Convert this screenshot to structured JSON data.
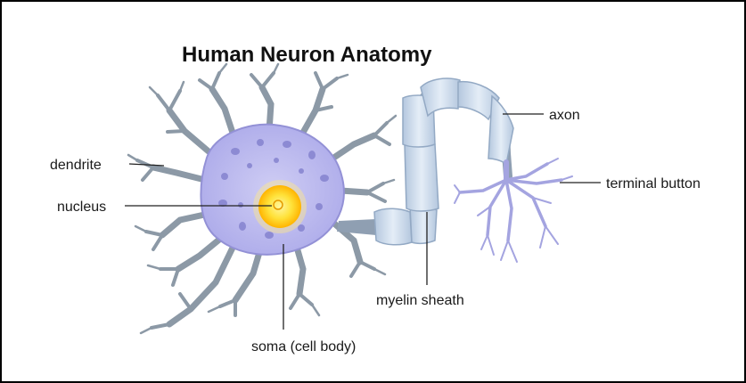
{
  "title": "Human Neuron Anatomy",
  "labels": {
    "dendrite": "dendrite",
    "nucleus": "nucleus",
    "soma": "soma (cell body)",
    "myelin_sheath": "myelin sheath",
    "axon": "axon",
    "terminal_button": "terminal button"
  },
  "colors": {
    "soma_fill": "#b4b2e8",
    "soma_edge": "#9391d6",
    "soma_spots": "#7f7dcc",
    "dendrite": "#8c99a6",
    "nucleus_outer": "#ffc21a",
    "nucleus_inner": "#fff27a",
    "myelin_fill": "#c9d9ec",
    "myelin_edge": "#93a9c4",
    "axon_core": "#8f9fb2",
    "terminal": "#a4a4e0"
  }
}
